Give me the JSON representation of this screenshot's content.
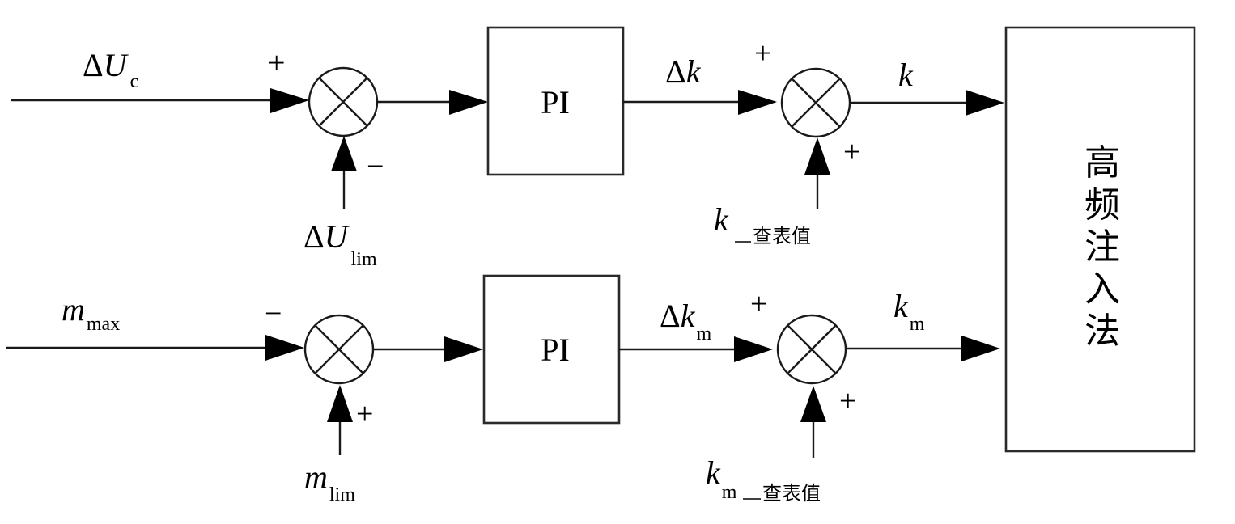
{
  "diagram": {
    "type": "control-block-diagram",
    "top_loop": {
      "input_label": {
        "delta": "Δ",
        "var": "U",
        "sub": "c"
      },
      "input_sign": "+",
      "feedback_label": {
        "delta": "Δ",
        "var": "U",
        "sub": "lim"
      },
      "feedback_sign": "−",
      "controller": "PI",
      "controller_out_label": {
        "delta": "Δ",
        "var": "k",
        "sub": ""
      },
      "sum2_in_sign": "+",
      "lookup_label": {
        "var": "k",
        "sub": "",
        "suffix": "查表值"
      },
      "lookup_sign": "+",
      "output_label": {
        "var": "k",
        "sub": ""
      }
    },
    "bottom_loop": {
      "input_label": {
        "var": "m",
        "sub": "max"
      },
      "input_sign": "−",
      "feedback_label": {
        "var": "m",
        "sub": "lim"
      },
      "feedback_sign": "+",
      "controller": "PI",
      "controller_out_label": {
        "delta": "Δ",
        "var": "k",
        "sub": "m"
      },
      "sum2_in_sign": "+",
      "lookup_label": {
        "var": "k",
        "sub": "m",
        "suffix": "查表值"
      },
      "lookup_sign": "+",
      "output_label": {
        "var": "k",
        "sub": "m"
      }
    },
    "target_block": {
      "label_chars": [
        "高",
        "频",
        "注",
        "入",
        "法"
      ]
    }
  }
}
